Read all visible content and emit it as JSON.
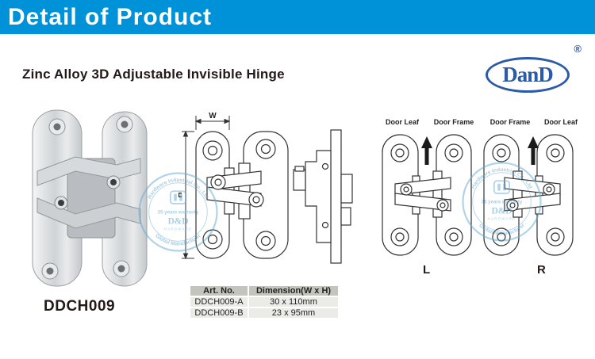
{
  "banner": {
    "title": "Detail of Product"
  },
  "product": {
    "title": "Zinc Alloy 3D Adjustable Invisible Hinge",
    "code": "DDCH009"
  },
  "brand": {
    "name": "DanD",
    "registered_mark": "®"
  },
  "technical_drawing": {
    "width_label": "W",
    "height_label": "H"
  },
  "installation_diagrams": {
    "left": {
      "label_left": "Door Leaf",
      "label_right": "Door Frame",
      "side_label": "L"
    },
    "right": {
      "label_left": "Door Frame",
      "label_right": "Door Leaf",
      "side_label": "R"
    }
  },
  "spec_table": {
    "headers": [
      "Art. No.",
      "Dimension(W x H)"
    ],
    "rows": [
      {
        "art_no": "DDCH009-A",
        "dimension": "30 x 110mm"
      },
      {
        "art_no": "DDCH009-B",
        "dimension": "23 x 95mm"
      }
    ]
  },
  "watermark": {
    "arc_top": "Hardware Industrial Co., Ltd",
    "line1": "35 years warranty",
    "line2": "D&D",
    "line3": "HARDWARE",
    "arc_bottom": "Global Manufacturer"
  },
  "colors": {
    "banner_bg": "#0092d8",
    "brand_blue": "#2b5aa7",
    "watermark_blue": "#63a9d4",
    "table_header_bg": "#c3c5bd",
    "table_row_bg": "#ebebe8"
  }
}
